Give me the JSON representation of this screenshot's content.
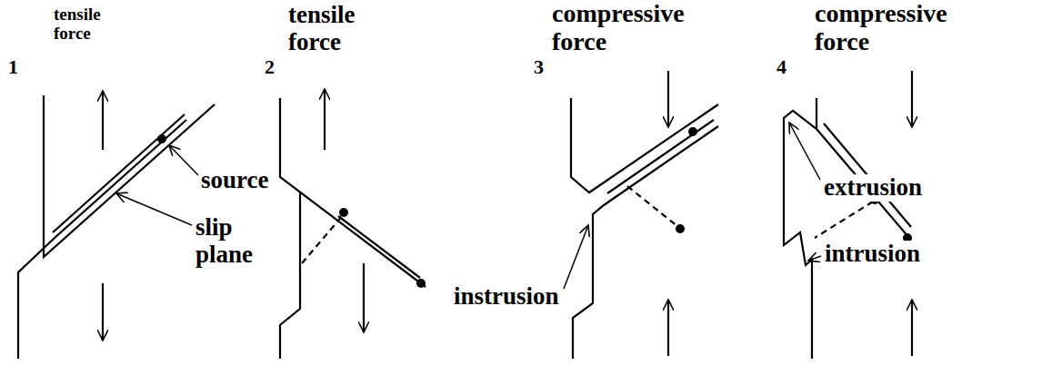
{
  "diagram": {
    "labels": [
      "1",
      "tensile force",
      "source",
      "slip plane",
      "2",
      "tensile force",
      "instrusion",
      "3",
      "compressive force",
      "4",
      "compressive force",
      "extrusion",
      "intrusion"
    ]
  }
}
